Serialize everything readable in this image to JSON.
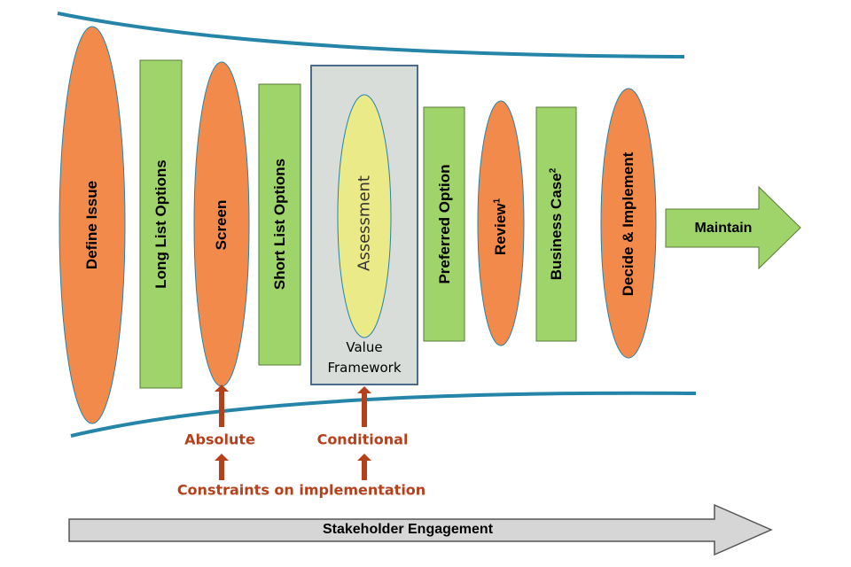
{
  "diagram": {
    "stages": [
      {
        "label": "Define Issue"
      },
      {
        "label": "Long List Options"
      },
      {
        "label": "Screen"
      },
      {
        "label": "Short List Options"
      },
      {
        "label": "Assessment"
      },
      {
        "label": "Preferred Option"
      },
      {
        "label": "Review",
        "sup": "1"
      },
      {
        "label": "Business Case",
        "sup": "2"
      },
      {
        "label": "Decide & Implement"
      }
    ],
    "value_framework": {
      "line1": "Value",
      "line2": "Framework"
    },
    "maintain": "Maintain",
    "constraints": {
      "absolute": "Absolute",
      "conditional": "Conditional",
      "caption": "Constraints on implementation"
    },
    "stakeholder": "Stakeholder Engagement",
    "colors": {
      "orange": "#f28a4c",
      "green": "#9fd46a",
      "yellow": "#eaea88",
      "frame": "#d8ddd9",
      "funnel": "#2585a8",
      "arrow_red": "#b5401c",
      "grey_arrow": "#d6d6d6"
    }
  }
}
